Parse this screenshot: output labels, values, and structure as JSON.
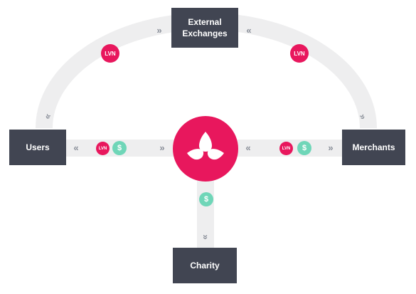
{
  "nodes": {
    "external_exchanges": {
      "line1": "External",
      "line2": "Exchanges"
    },
    "users": {
      "label": "Users"
    },
    "merchants": {
      "label": "Merchants"
    },
    "charity": {
      "label": "Charity"
    }
  },
  "hub": {
    "icon": "three-droplet-logo-icon"
  },
  "tokens": {
    "lvn": "LVN",
    "dollar": "$"
  },
  "arrows": {
    "left": "«",
    "right": "»",
    "down": "»"
  },
  "colors": {
    "box": "#414552",
    "hub": "#e8175d",
    "lvn": "#e8175d",
    "dollar": "#6fd6b8",
    "path": "#eeeeef",
    "chevron": "#8a8f99"
  }
}
